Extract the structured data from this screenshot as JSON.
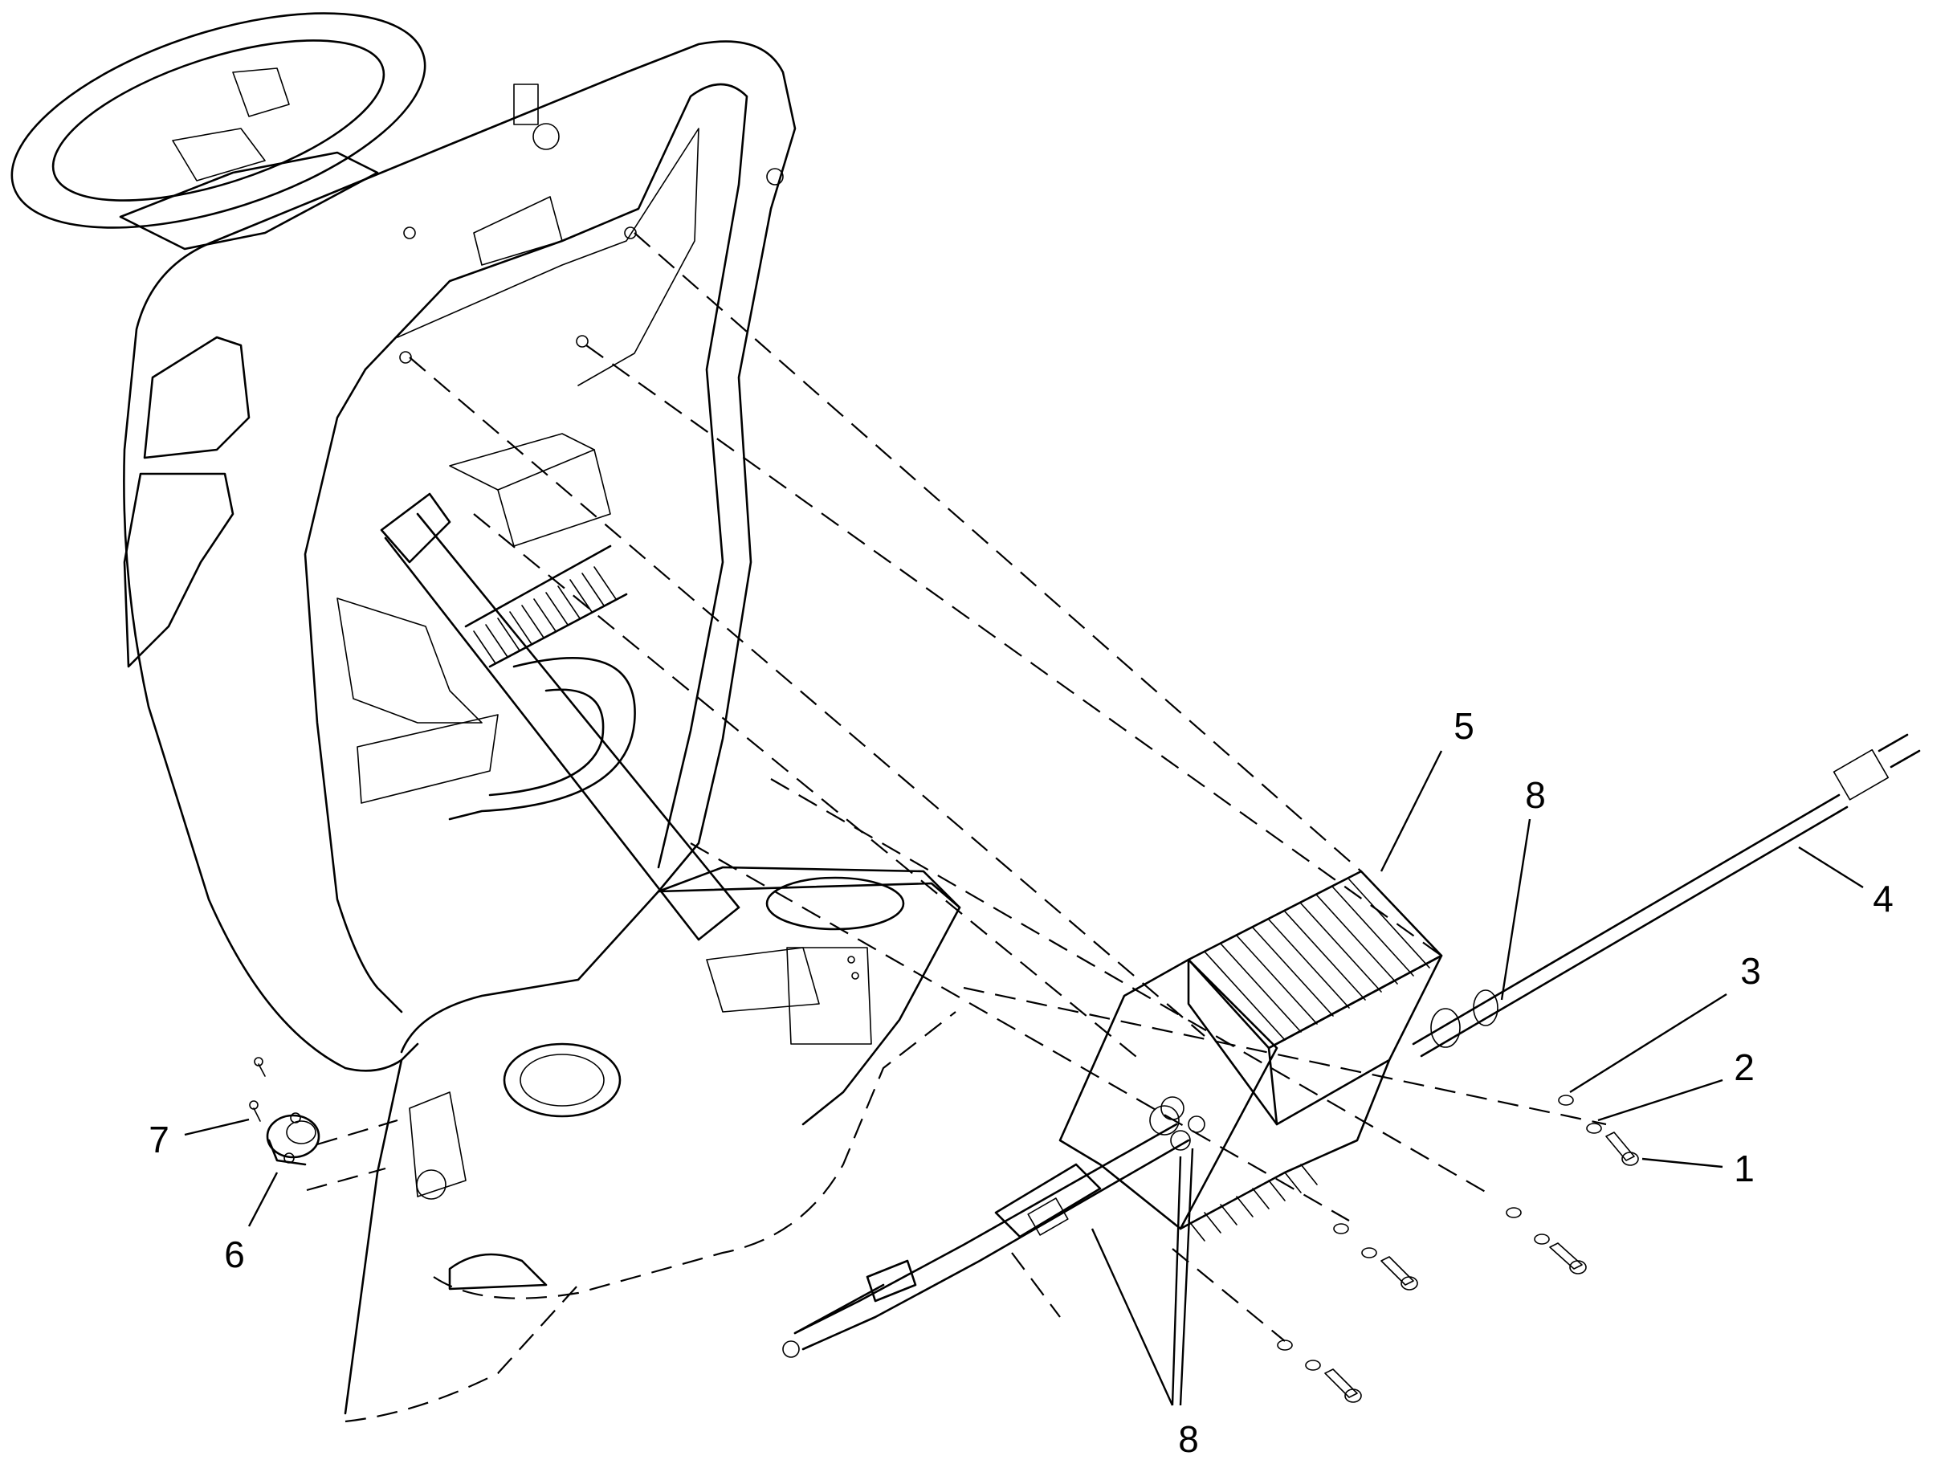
{
  "callouts": {
    "c1": "1",
    "c2": "2",
    "c3": "3",
    "c4": "4",
    "c5": "5",
    "c6": "6",
    "c7": "7",
    "c8_top": "8",
    "c8_bottom": "8"
  },
  "colors": {
    "line": "#000000",
    "background": "#ffffff"
  }
}
